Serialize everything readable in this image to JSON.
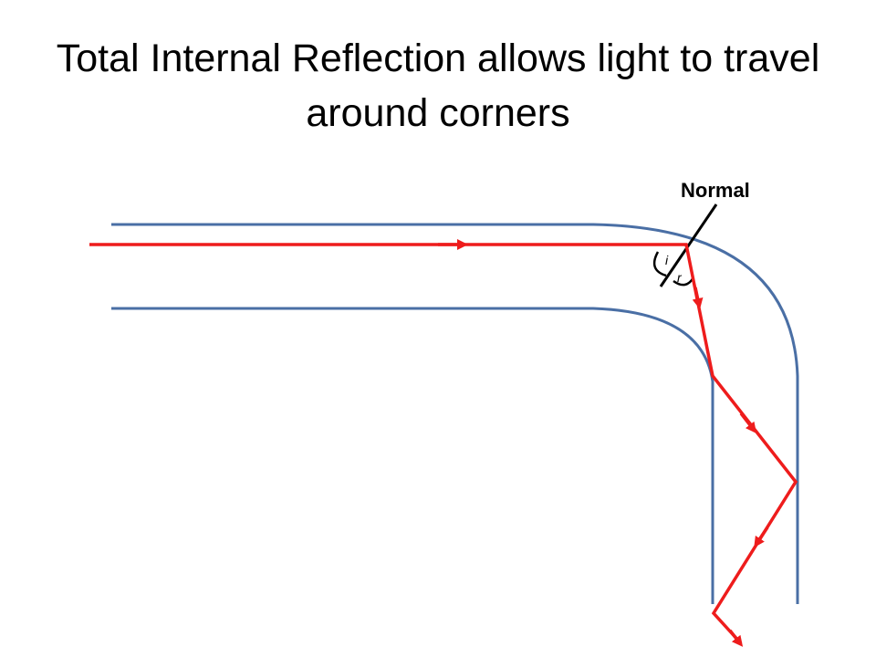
{
  "title": "Total Internal Reflection allows light to travel around corners",
  "labels": {
    "normal": "Normal",
    "incidence": "i",
    "reflection": "r"
  },
  "colors": {
    "fibre": "#4a6fa5",
    "ray": "#ee1c1c",
    "normal_line": "#000000"
  }
}
